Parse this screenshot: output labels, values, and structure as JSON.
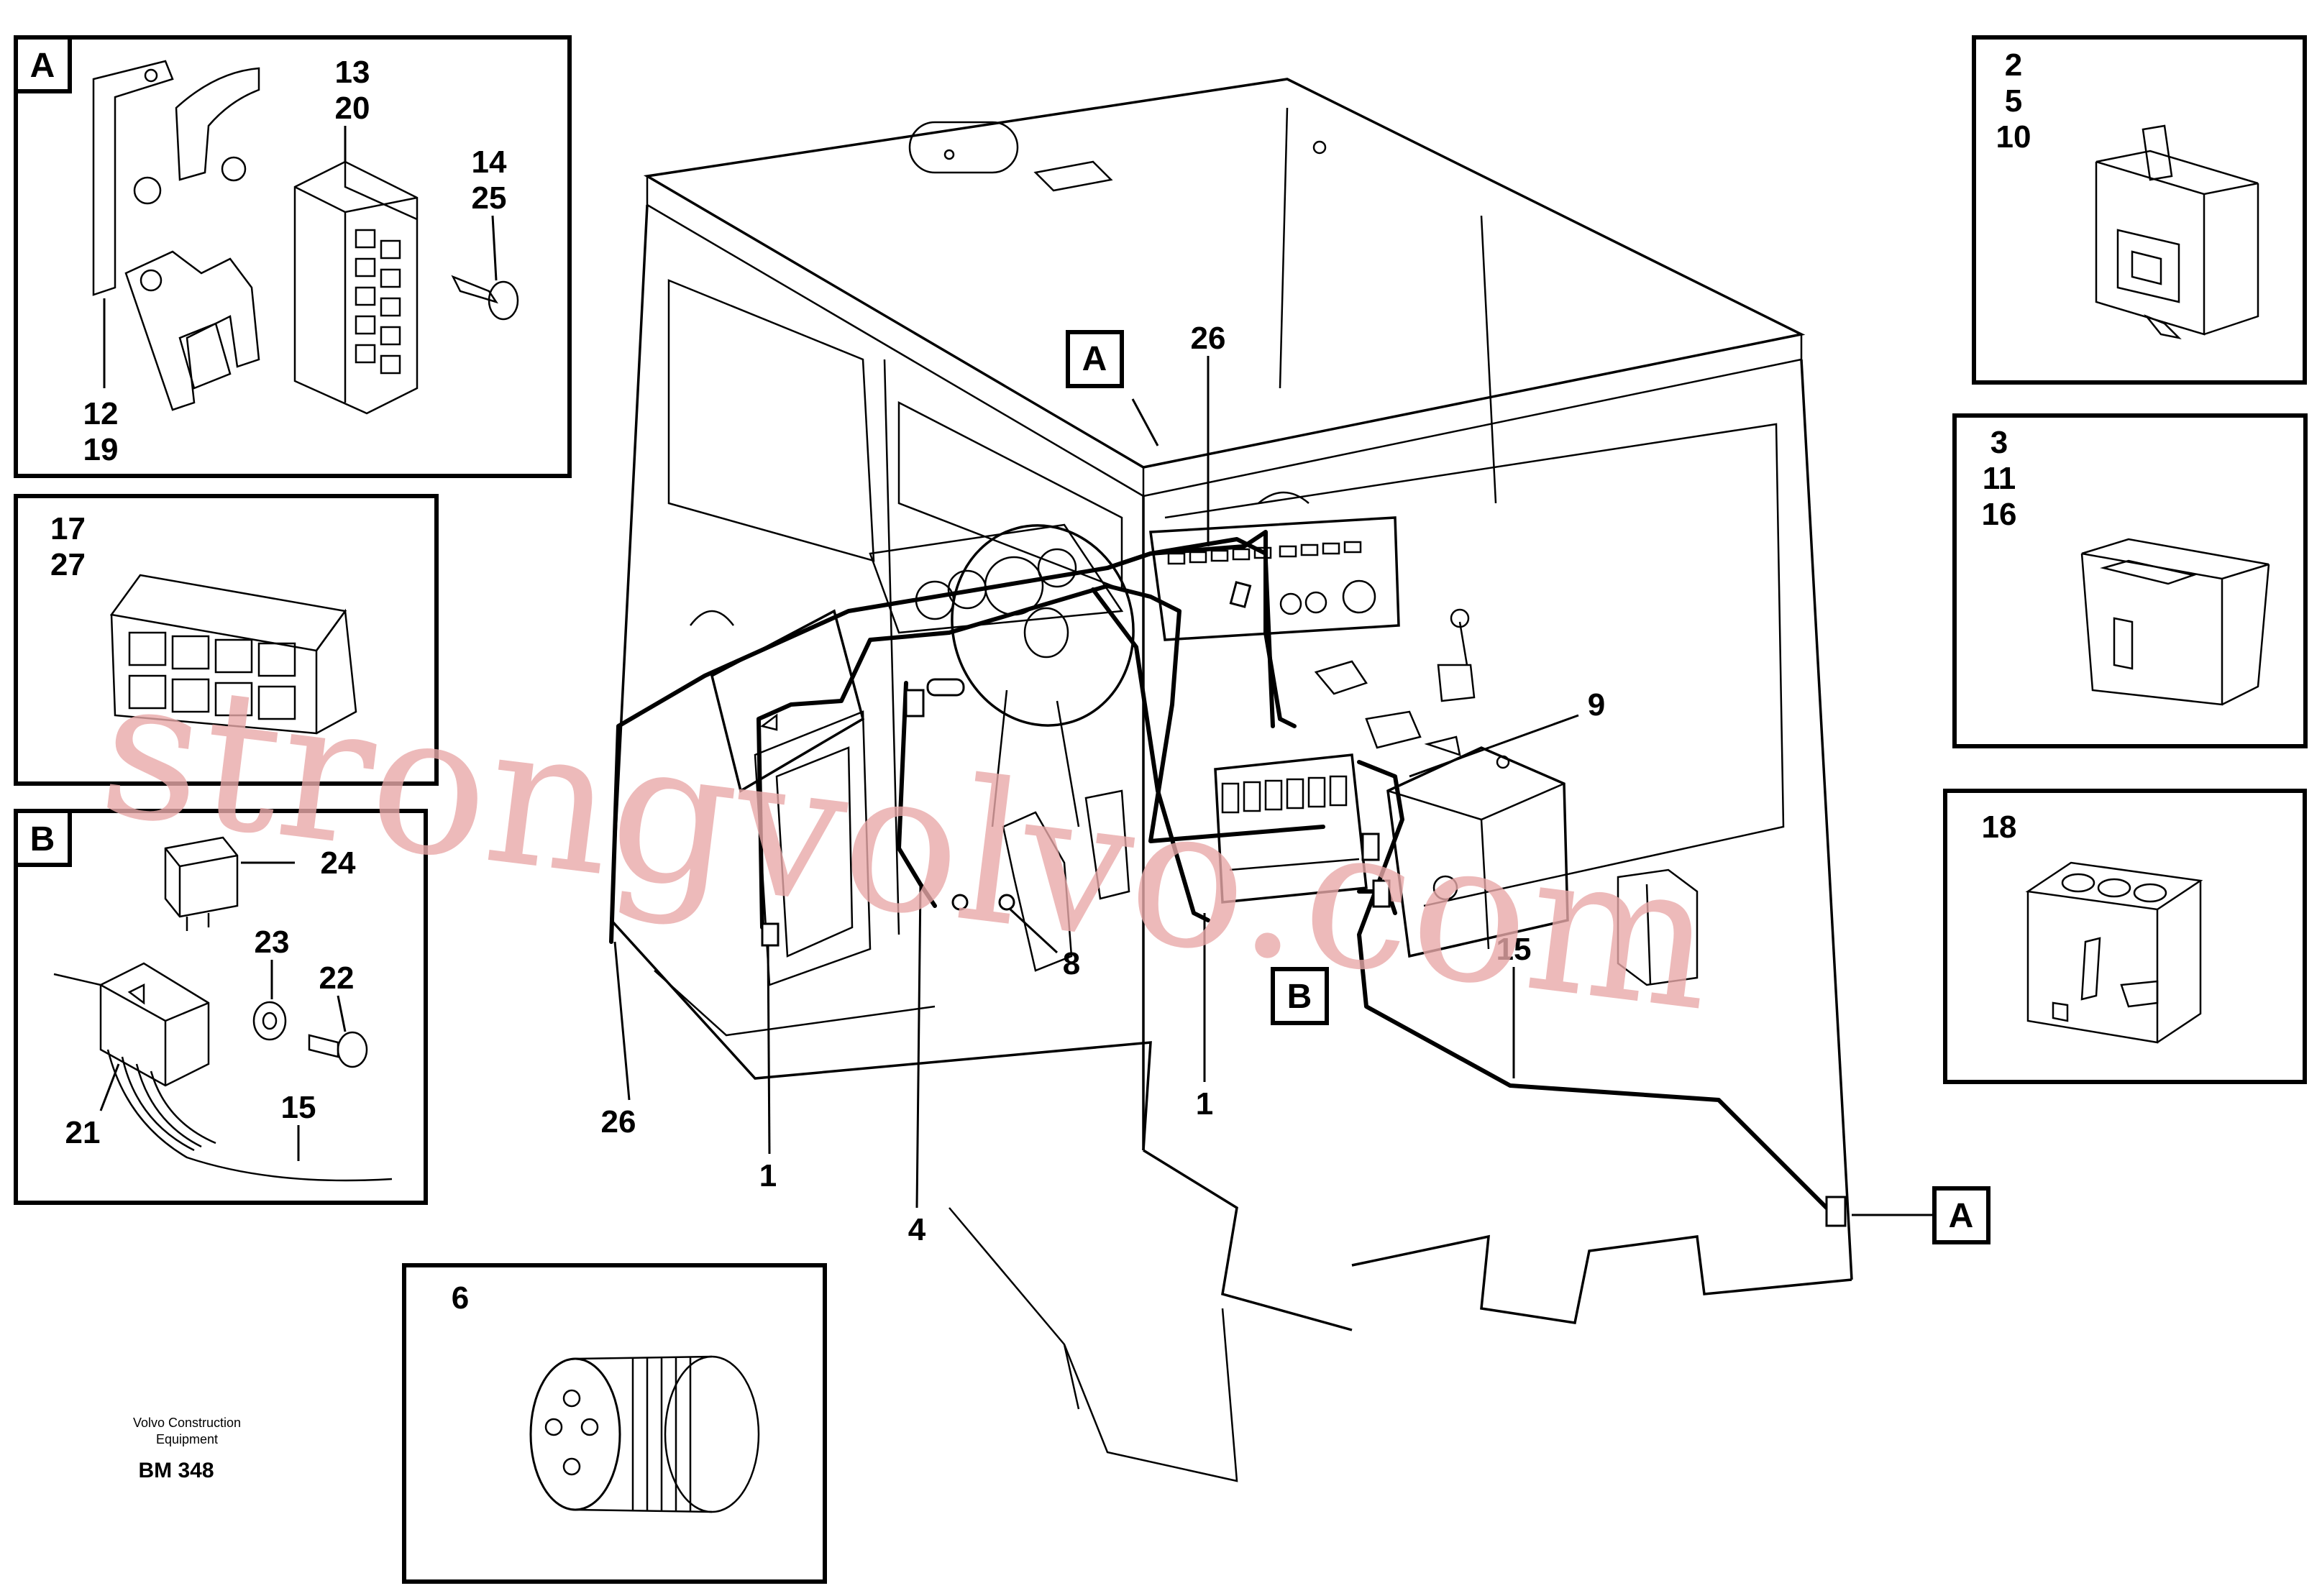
{
  "detail_boxes": {
    "a_connector": {
      "letter": "A",
      "labels": [
        "13",
        "20",
        "14",
        "25",
        "12",
        "19"
      ]
    },
    "b_relay": {
      "letter": "B",
      "labels": [
        "24",
        "23",
        "22",
        "21",
        "15"
      ]
    },
    "conn_17_27": {
      "labels": [
        "17",
        "27"
      ]
    },
    "conn_2_5_10": {
      "labels": [
        "2",
        "5",
        "10"
      ]
    },
    "conn_3_11_16": {
      "labels": [
        "3",
        "11",
        "16"
      ]
    },
    "conn_18": {
      "labels": [
        "18"
      ]
    },
    "conn_6": {
      "labels": [
        "6"
      ]
    }
  },
  "main_view": {
    "marker_a_top": "A",
    "marker_a_right": "A",
    "marker_b": "B",
    "callouts": [
      "26",
      "9",
      "8",
      "15",
      "26",
      "1",
      "1",
      "4"
    ]
  },
  "caption": {
    "line1": "Volvo Construction",
    "line2": "Equipment",
    "drawing_no": "BM 348"
  },
  "watermark": "strongvolvo.com"
}
